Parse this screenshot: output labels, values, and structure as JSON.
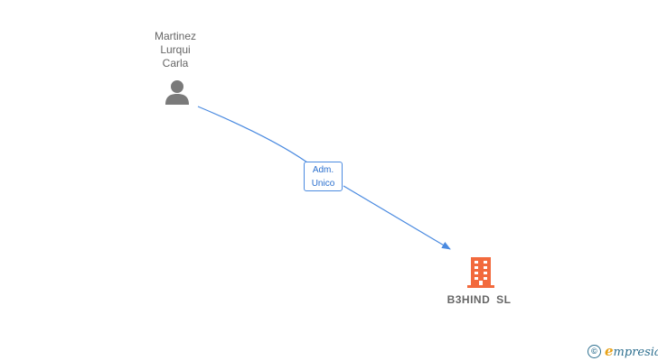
{
  "nodes": {
    "person": {
      "name_lines": [
        "Martinez",
        "Lurqui",
        "Carla"
      ],
      "icon": "person-icon"
    },
    "company": {
      "name": "B3HIND SL",
      "icon": "building-icon"
    }
  },
  "edges": [
    {
      "from": "person",
      "to": "company",
      "label_lines": [
        "Adm.",
        "Unico"
      ]
    }
  ],
  "colors": {
    "edge": "#4a8ae0",
    "person_icon": "#7a7a7a",
    "company_icon": "#f26a3d",
    "node_text": "#666666"
  },
  "watermark": {
    "symbol": "©",
    "brand_first_letter": "e",
    "brand_rest": "mpresia"
  }
}
